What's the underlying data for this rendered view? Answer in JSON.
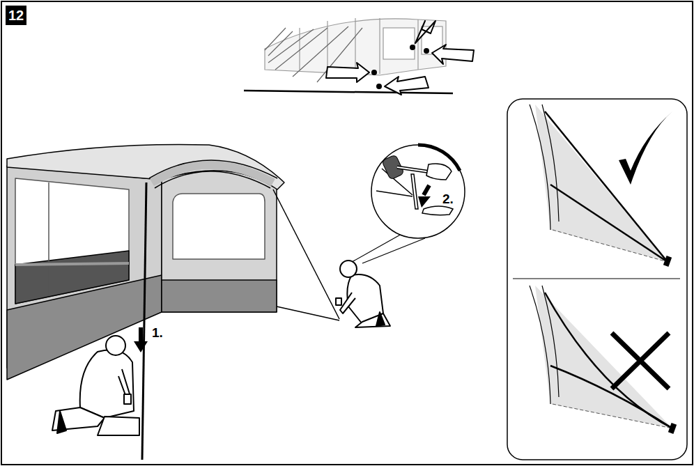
{
  "diagram": {
    "nodes": [
      {
        "text": [
          "12"
        ]
      }
    ],
    "labels": [
      "1.",
      "2."
    ]
  }
}
